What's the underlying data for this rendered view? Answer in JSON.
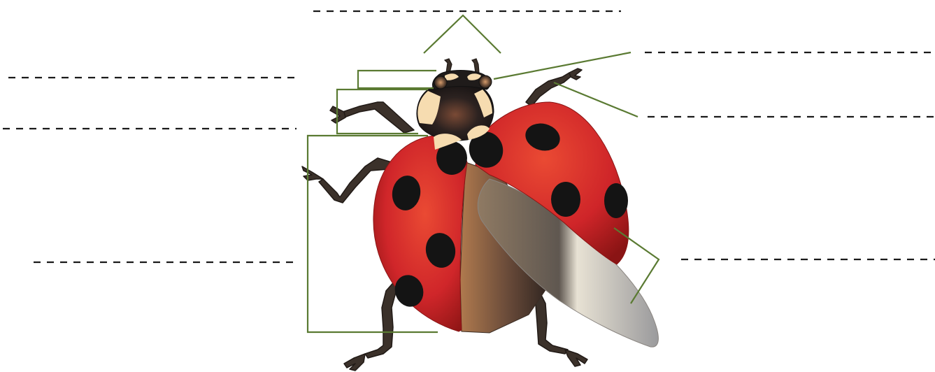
{
  "diagram": {
    "labels": [
      {
        "id": "antennae",
        "text": ""
      },
      {
        "id": "eyes",
        "text": ""
      },
      {
        "id": "head",
        "text": ""
      },
      {
        "id": "pronotum",
        "text": ""
      },
      {
        "id": "legs",
        "text": ""
      },
      {
        "id": "abdomen",
        "text": ""
      },
      {
        "id": "elytra",
        "text": ""
      },
      {
        "id": "hindwing",
        "text": ""
      }
    ]
  },
  "colors": {
    "leader_line": "#5a7a32",
    "blank_line": "#1a1a1a",
    "elytra_red": "#d0262a",
    "spot_black": "#141414",
    "head_black": "#1f1b1a",
    "cream_marking": "#f6dcb0",
    "leg_brown": "#3b312a",
    "wing_grey": "#c9c6bf"
  }
}
